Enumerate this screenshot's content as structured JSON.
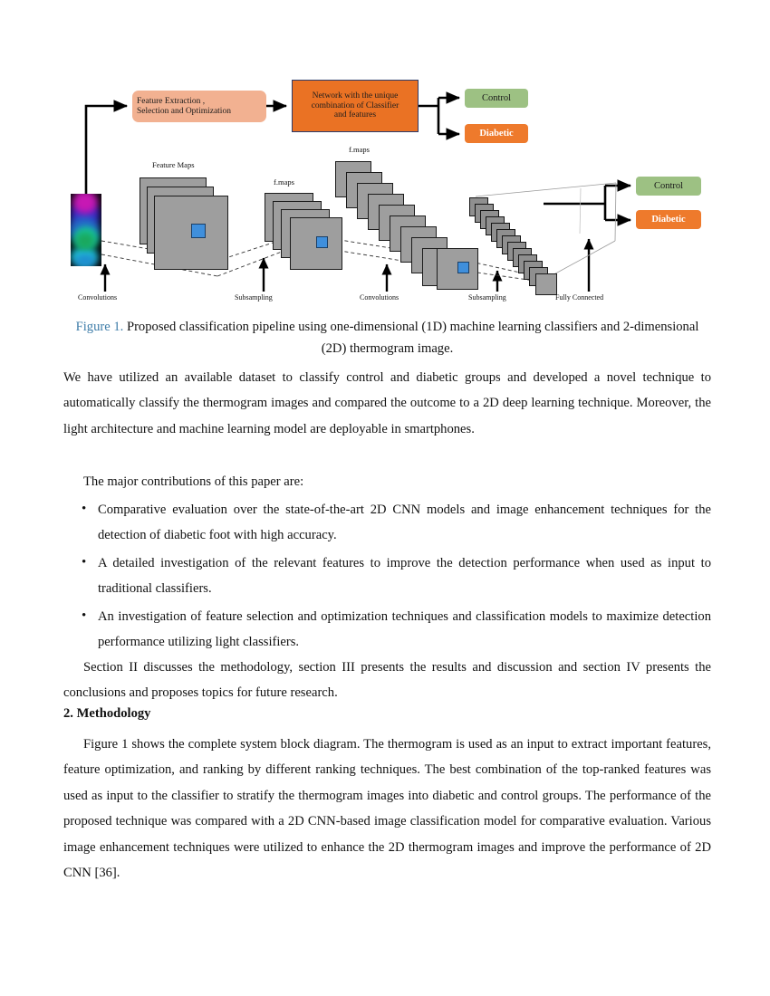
{
  "figure": {
    "name": "proposed-classification-pipeline",
    "boxes": {
      "feature_extraction": "Feature Extraction ,\nSelection and Optimization",
      "feature_extraction_line1": "Feature Extraction ,",
      "feature_extraction_line2": "Selection and Optimization",
      "network": "Network with the unique combination  of Classifier and features",
      "network_line1": "Network with the unique",
      "network_line2": "combination  of Classifier",
      "network_line3": "and features",
      "control_top": "Control",
      "diabetic_top": "Diabetic",
      "control_bottom": "Control",
      "diabetic_bottom": "Diabetic"
    },
    "layer_labels": {
      "feature_maps": "Feature Maps",
      "fmaps_1": "f.maps",
      "fmaps_2": "f.maps"
    },
    "stage_labels": [
      "Convolutions",
      "Subsampling",
      "Convolutions",
      "Subsampling",
      "Fully Connected"
    ],
    "colors": {
      "feature_box": "#f2b191",
      "network_box": "#ea7224",
      "network_border": "#2b3a6b",
      "control_green": "#9dc183",
      "diabetic_orange": "#ee7a2c",
      "feature_map_gray": "#9e9e9e",
      "receptive_field_blue": "#3f8fdc",
      "caption_label_blue": "#3d7ca8"
    }
  },
  "caption": {
    "label": "Figure 1.",
    "text": " Proposed classification pipeline using one-dimensional (1D) machine learning classifiers and 2-dimensional (2D) thermogram image."
  },
  "body": {
    "paragraph_1": "We have utilized an available dataset to classify control and diabetic groups and developed a novel technique to automatically classify the thermogram images and compared the outcome to a 2D deep learning technique. Moreover, the light architecture and machine learning model are deployable in smartphones.",
    "contributions_intro": "The major contributions of this paper are:",
    "bullets": [
      "Comparative evaluation over the state-of-the-art 2D CNN models and image enhancement techniques for the detection of diabetic foot with high accuracy.",
      "A detailed investigation of the relevant features to improve the detection performance when used as input to traditional classifiers.",
      "An investigation of feature selection and optimization techniques and classification models to maximize detection performance utilizing light classifiers."
    ],
    "paragraph_2": "Section II discusses the methodology, section III presents the results and discussion and section IV presents the conclusions and proposes topics for future research.",
    "section_heading": "2. Methodology",
    "paragraph_3": "Figure 1 shows the complete system block diagram. The thermogram is used as an input to extract important features, feature optimization, and ranking by different ranking techniques. The best combination of the top-ranked features was used as input to the classifier to stratify the thermogram images into diabetic and control groups. The performance of the proposed technique was compared with a 2D CNN-based image classification model for comparative evaluation. Various image enhancement techniques were utilized to enhance the 2D thermogram images and improve the performance of 2D CNN [36]."
  }
}
